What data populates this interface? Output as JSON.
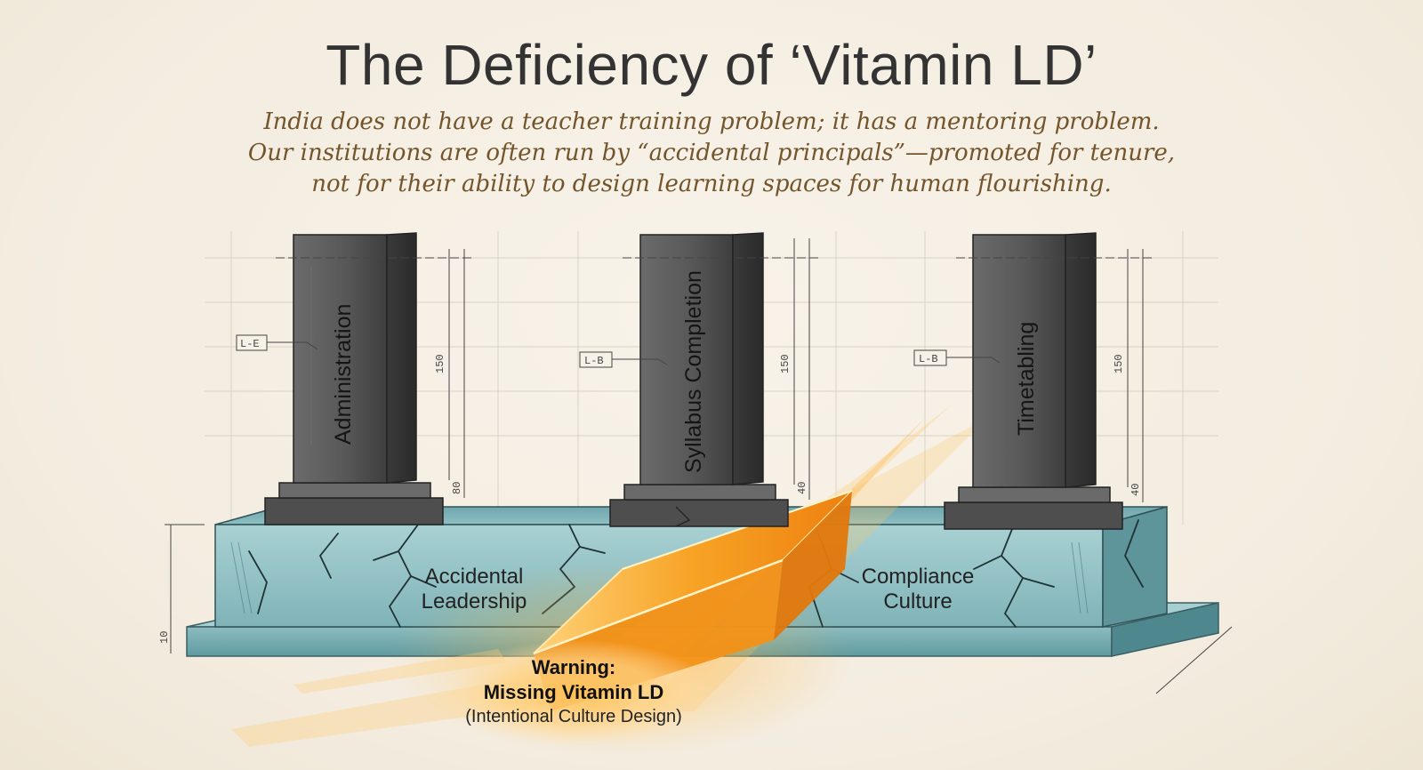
{
  "header": {
    "title": "The Deficiency of ‘Vitamin LD’",
    "subtitle": "India does not have a teacher training problem; it has a mentoring problem. Our institutions are often run by “accidental principals”—promoted for tenure, not for their ability to design learning spaces for human flourishing."
  },
  "pillars": [
    {
      "label": "Administration",
      "tag": "L-E",
      "dim_height": "150",
      "dim_plinth": "80"
    },
    {
      "label": "Syllabus Completion",
      "tag": "L-B",
      "dim_height": "150",
      "dim_plinth": "40"
    },
    {
      "label": "Timetabling",
      "tag": "L-B",
      "dim_height": "150",
      "dim_plinth": "40"
    }
  ],
  "foundation": {
    "left_label_line1": "Accidental",
    "left_label_line2": "Leadership",
    "right_label_line1": "Compliance",
    "right_label_line2": "Culture",
    "dim_left": "10"
  },
  "warning": {
    "line1": "Warning:",
    "line2": "Missing Vitamin LD",
    "line3": "(Intentional Culture Design)"
  },
  "colors": {
    "background": "#f3ecdf",
    "pillar": "#5c5c5c",
    "foundation": "#8fbfc4",
    "glow": "#f59a1c",
    "subtitle": "#74552b"
  }
}
